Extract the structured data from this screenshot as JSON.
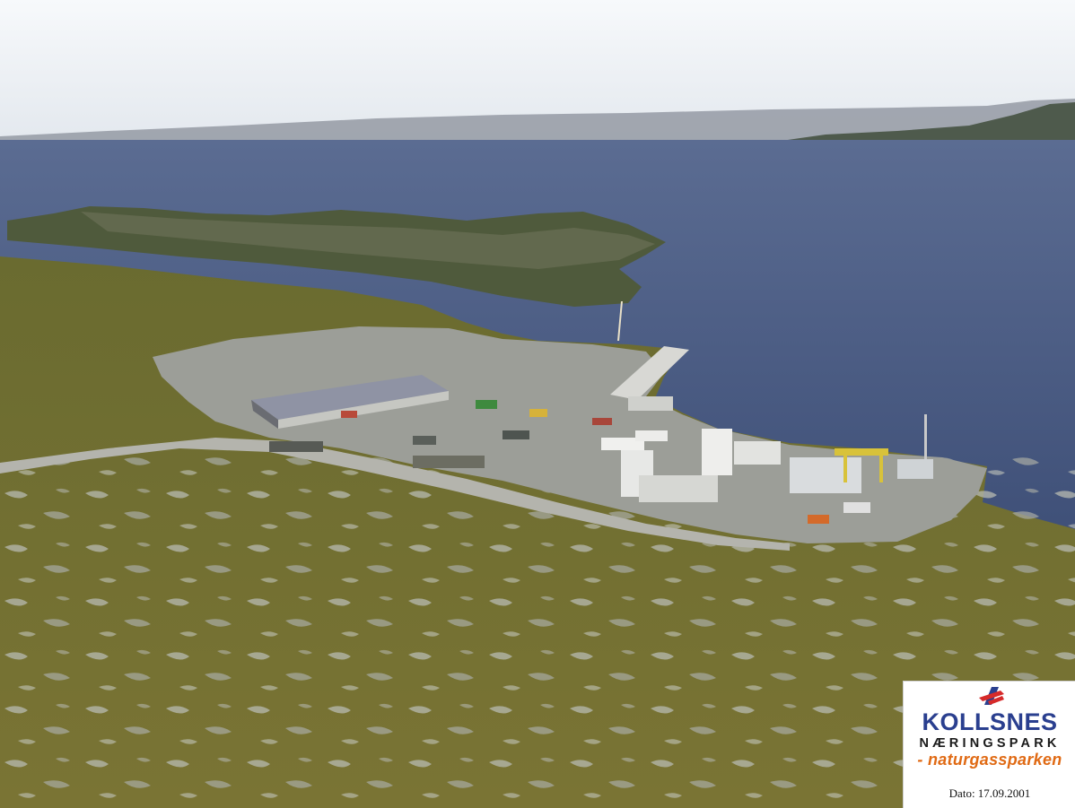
{
  "photo": {
    "subject": "aerial-industrial-harbour-site",
    "colors": {
      "sky": "#eef2f6",
      "water": "#4a5c82",
      "vegetation": "#6f6f2e",
      "rock": "#a7aba3",
      "industrial_ground": "#9a9c97",
      "warehouse_roof": "#8b8fa0"
    }
  },
  "logo": {
    "title": "KOLLSNES",
    "subtitle": "NÆRINGSPARK",
    "tagline": "- naturgassparken",
    "colors": {
      "title": "#2a3f8f",
      "tagline": "#e06a14",
      "mark_red": "#d62a2a",
      "mark_blue": "#2a3f8f"
    },
    "mark_icon": "kollsnes-logo-icon"
  },
  "date_label": "Dato: 17.09.2001"
}
